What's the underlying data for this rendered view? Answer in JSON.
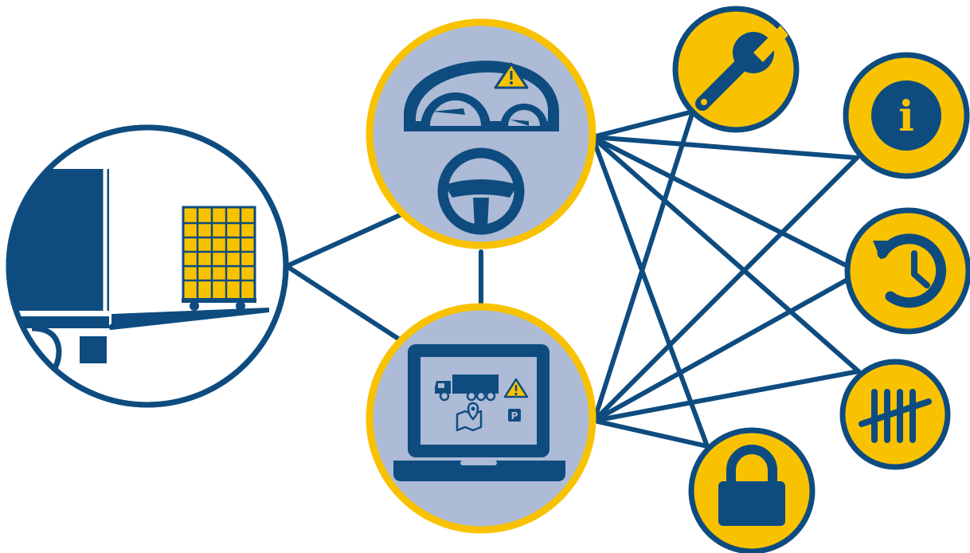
{
  "colors": {
    "navy": "#0e4c80",
    "yellow": "#f9c200",
    "lavender": "#adbbd6",
    "white": "#ffffff"
  },
  "nodes": [
    {
      "id": "truck-tail-lift",
      "icon": "truck-tail-lift-with-roll-cage-icon",
      "style": "white-circle"
    },
    {
      "id": "driver-dashboard",
      "icon": "dashboard-gauges-steering-wheel-icon",
      "style": "lavender-circle"
    },
    {
      "id": "telematics-laptop",
      "icon": "laptop-truck-map-parking-icon",
      "style": "lavender-circle"
    },
    {
      "id": "maintenance",
      "icon": "wrench-icon",
      "style": "yellow-circle"
    },
    {
      "id": "information",
      "icon": "info-icon",
      "style": "yellow-circle"
    },
    {
      "id": "history",
      "icon": "history-clock-icon",
      "style": "yellow-circle"
    },
    {
      "id": "counting",
      "icon": "tally-marks-icon",
      "style": "yellow-circle"
    },
    {
      "id": "security",
      "icon": "padlock-icon",
      "style": "yellow-circle"
    }
  ],
  "screen_labels": {
    "parking": "P",
    "info": "i"
  },
  "edges": [
    [
      "truck-tail-lift",
      "driver-dashboard"
    ],
    [
      "truck-tail-lift",
      "telematics-laptop"
    ],
    [
      "driver-dashboard",
      "telematics-laptop"
    ],
    [
      "driver-dashboard",
      "maintenance"
    ],
    [
      "driver-dashboard",
      "information"
    ],
    [
      "driver-dashboard",
      "history"
    ],
    [
      "driver-dashboard",
      "counting"
    ],
    [
      "driver-dashboard",
      "security"
    ],
    [
      "telematics-laptop",
      "maintenance"
    ],
    [
      "telematics-laptop",
      "information"
    ],
    [
      "telematics-laptop",
      "history"
    ],
    [
      "telematics-laptop",
      "counting"
    ],
    [
      "telematics-laptop",
      "security"
    ]
  ]
}
